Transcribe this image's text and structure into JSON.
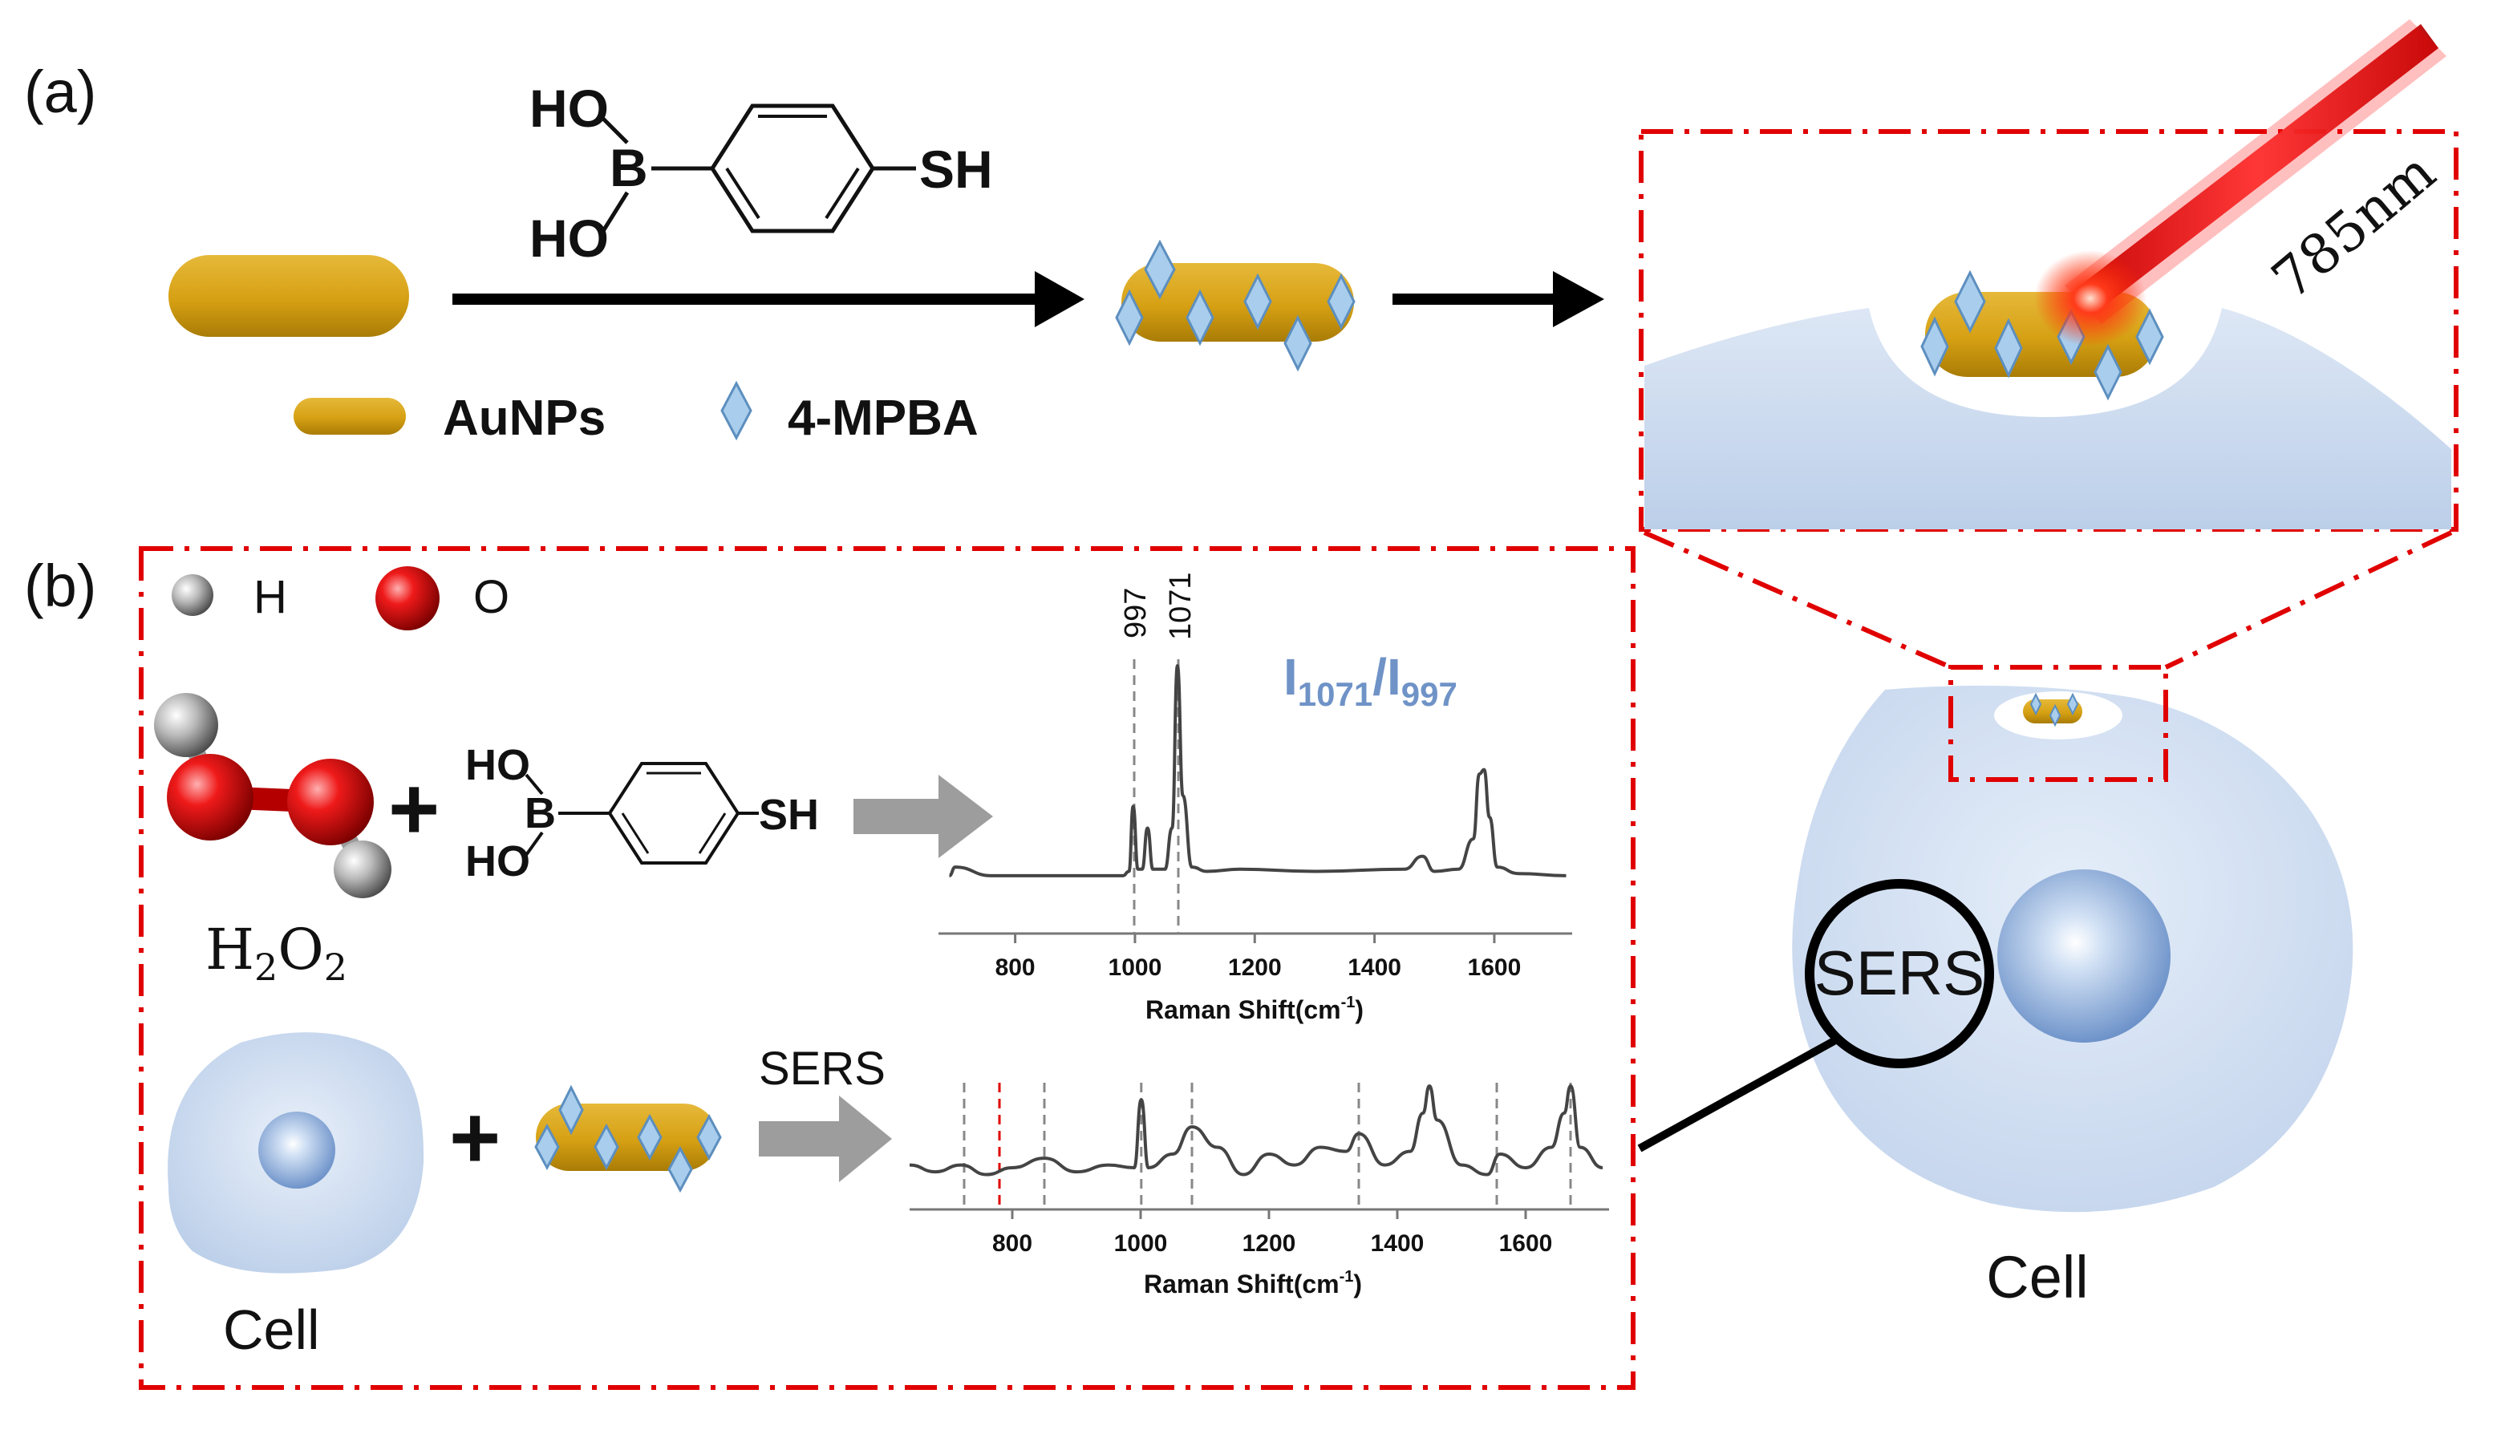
{
  "panel_a": {
    "label": "(a)",
    "reagent": {
      "top": "HO",
      "middle": "B",
      "bottom": "HO",
      "right": "SH"
    },
    "legend": {
      "gold_label": "AuNPs",
      "ligand_label": "4-MPBA"
    },
    "laser_label": "785nm"
  },
  "panel_b": {
    "label": "(b)",
    "atom_legend": {
      "h_label": "H",
      "o_label": "O"
    },
    "peroxide": {
      "H": "H",
      "sub1": "2",
      "O": "O",
      "sub2": "2"
    },
    "reagent": {
      "top": "HO",
      "middle": "B",
      "bottom": "HO",
      "right": "SH"
    },
    "plus": "+",
    "cell_label": "Cell",
    "sers_arrow_label": "SERS"
  },
  "spectrum_top": {
    "peak_a": "997",
    "peak_b": "1071",
    "ratio": {
      "I1": "I",
      "s1": "1071",
      "slash": "/I",
      "s2": "997"
    },
    "xlabel": {
      "text": "Raman Shift(cm",
      "sup": "-1",
      "close": ")"
    },
    "ticks": [
      "800",
      "1000",
      "1200",
      "1400",
      "1600"
    ]
  },
  "spectrum_bottom": {
    "xlabel": {
      "text": "Raman Shift(cm",
      "sup": "-1",
      "close": ")"
    },
    "ticks": [
      "800",
      "1000",
      "1200",
      "1400",
      "1600"
    ]
  },
  "right_cell": {
    "sers_label": "SERS",
    "cell_label": "Cell"
  },
  "colors": {
    "gold": "#D9A514",
    "ligand": "#9CC3E4",
    "cell": "#C9D8EE",
    "nucleus": "#6F95CB",
    "dash_red": "#E00000",
    "laser": "#E00000",
    "ratio_text": "#6F93C7",
    "spectrum_line": "#444444"
  },
  "chart_data": [
    {
      "type": "line",
      "xlabel": "Raman Shift(cm-1)",
      "xticks": [
        800,
        1000,
        1200,
        1400,
        1600
      ],
      "xlim": [
        680,
        1730
      ],
      "annotations": [
        "997",
        "1071",
        "I1071/I997"
      ],
      "x": [
        690,
        700,
        760,
        900,
        980,
        990,
        997,
        1005,
        1012,
        1021,
        1030,
        1050,
        1062,
        1071,
        1080,
        1095,
        1120,
        1175,
        1300,
        1450,
        1480,
        1500,
        1540,
        1565,
        1575,
        1583,
        1592,
        1605,
        1640,
        1720
      ],
      "y": [
        0.03,
        0.07,
        0.03,
        0.03,
        0.03,
        0.05,
        0.35,
        0.06,
        0.06,
        0.25,
        0.06,
        0.06,
        0.25,
        1.0,
        0.4,
        0.07,
        0.05,
        0.06,
        0.05,
        0.06,
        0.12,
        0.05,
        0.06,
        0.2,
        0.5,
        0.52,
        0.3,
        0.07,
        0.04,
        0.03
      ]
    },
    {
      "type": "line",
      "xlabel": "Raman Shift(cm-1)",
      "xticks": [
        800,
        1000,
        1200,
        1400,
        1600
      ],
      "xlim": [
        640,
        1730
      ],
      "x": [
        640,
        680,
        720,
        760,
        800,
        850,
        900,
        950,
        990,
        1001,
        1012,
        1050,
        1080,
        1120,
        1160,
        1200,
        1240,
        1280,
        1320,
        1340,
        1380,
        1420,
        1440,
        1450,
        1462,
        1500,
        1540,
        1560,
        1600,
        1640,
        1660,
        1670,
        1685,
        1720
      ],
      "y": [
        0.22,
        0.17,
        0.22,
        0.15,
        0.2,
        0.27,
        0.17,
        0.22,
        0.2,
        0.7,
        0.2,
        0.3,
        0.5,
        0.35,
        0.15,
        0.3,
        0.22,
        0.35,
        0.32,
        0.45,
        0.22,
        0.32,
        0.6,
        0.8,
        0.55,
        0.22,
        0.15,
        0.3,
        0.2,
        0.35,
        0.6,
        0.8,
        0.35,
        0.2
      ]
    }
  ]
}
